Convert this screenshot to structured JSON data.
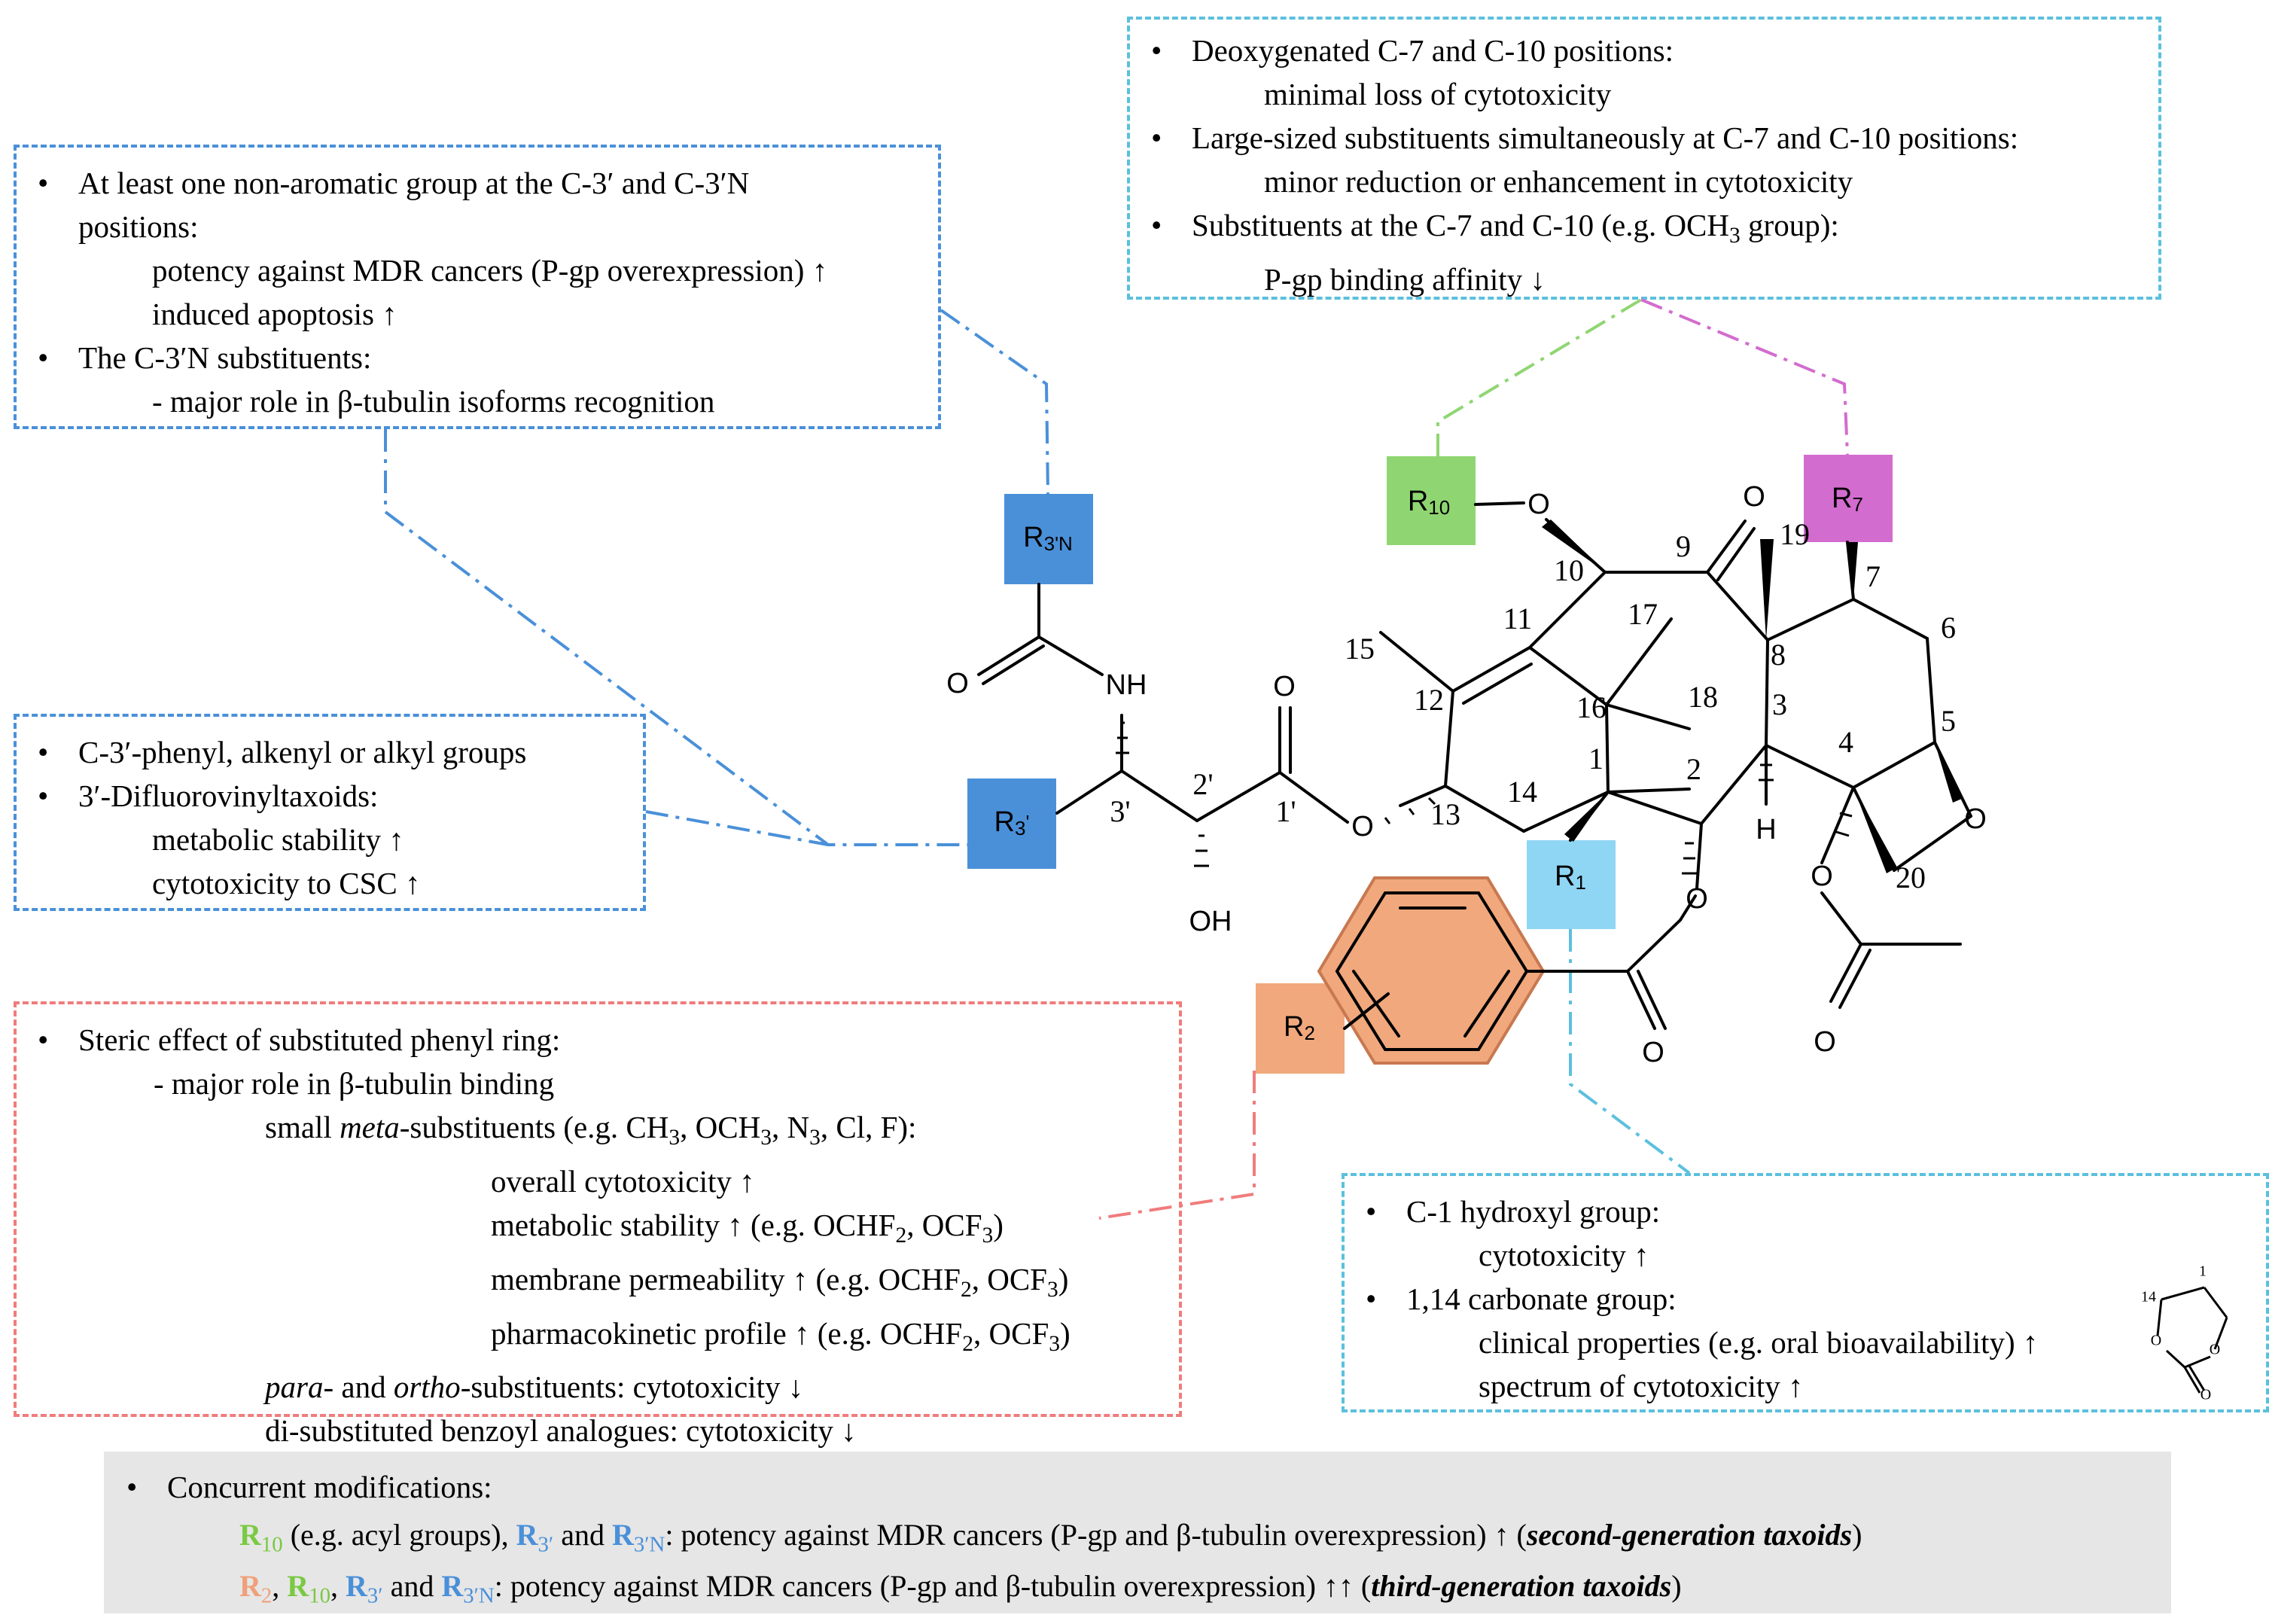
{
  "box_top_left": {
    "color": "#4a90d9",
    "lines": [
      {
        "b": true,
        "text": "At least one non-aromatic group at the C-3′ and C-3′N"
      },
      {
        "b": false,
        "text": "positions:",
        "indent": "in0"
      },
      {
        "b": false,
        "text": "potency against MDR cancers (P-gp overexpression) ↑",
        "indent": "in1"
      },
      {
        "b": false,
        "text": "induced apoptosis ↑",
        "indent": "in1"
      },
      {
        "b": true,
        "text": "The C-3′N substituents:"
      },
      {
        "b": false,
        "text": "- major role in β-tubulin isoforms recognition",
        "indent": "in1"
      }
    ]
  },
  "box_mid_left": {
    "color": "#4a90d9",
    "lines": [
      {
        "b": true,
        "text": "C-3′-phenyl, alkenyl or alkyl groups"
      },
      {
        "b": true,
        "text": "3′-Difluorovinyltaxoids:"
      },
      {
        "b": false,
        "text": "metabolic stability ↑",
        "indent": "in1"
      },
      {
        "b": false,
        "text": "cytotoxicity to CSC ↑",
        "indent": "in1"
      }
    ]
  },
  "box_top_right": {
    "color": "#5bc0de",
    "l1": "Deoxygenated C-7 and C-10 positions:",
    "l2": "minimal loss of cytotoxicity",
    "l3": "Large-sized substituents simultaneously at C-7 and C-10 positions:",
    "l4": "minor reduction or enhancement in cytotoxicity",
    "l5a": "Substituents at the C-7 and C-10 (e.g. OCH",
    "l5sub": "3",
    "l5b": " group):",
    "l6": "P-gp binding affinity ↓"
  },
  "box_bottom_left": {
    "color": "#f07c7c",
    "l1": "Steric effect of substituted phenyl ring:",
    "l2": "- major role in β-tubulin binding",
    "l3a": "small ",
    "l3i": "meta",
    "l3b": "-substituents (e.g. CH",
    "l3s1": "3",
    "l3c": ", OCH",
    "l3s2": "3",
    "l3d": ", N",
    "l3s3": "3",
    "l3e": ", Cl, F):",
    "l4": "overall cytotoxicity ↑",
    "l5a": "metabolic stability ↑ (e.g. OCHF",
    "l5b": ", OCF",
    "l5c": ")",
    "l6a": "membrane permeability ↑ (e.g. OCHF",
    "l7a": "pharmacokinetic profile ↑ (e.g. OCHF",
    "sub2": "2",
    "sub3": "3",
    "l8i1": "para",
    "l8a": "- and ",
    "l8i2": "ortho",
    "l8b": "-substituents: cytotoxicity ↓",
    "l9": "di-substituted benzoyl analogues: cytotoxicity ↓"
  },
  "box_bottom_right": {
    "color": "#5bc0de",
    "l1": "C-1 hydroxyl group:",
    "l2": "cytotoxicity ↑",
    "l3": "1,14 carbonate group:",
    "l4": "clinical properties (e.g. oral bioavailability) ↑",
    "l5": "spectrum of cytotoxicity ↑",
    "mini_14": "14",
    "mini_1": "1"
  },
  "bottom": {
    "title": "Concurrent modifications:",
    "r10": "R",
    "r10s": "10",
    "r3": "R",
    "r3s": "3′",
    "r3n": "R",
    "r3ns": "3′N",
    "r2": "R",
    "r2s": "2",
    "line1a": " (e.g. acyl groups), ",
    "and": " and ",
    "comma": ", ",
    "line1b": ": potency against MDR cancers (P-gp and β-tubulin overexpression) ↑ (",
    "line1c": "second-generation taxoids",
    "line2b": ": potency against MDR cancers (P-gp and β-tubulin overexpression) ↑↑ (",
    "line2c": "third-generation taxoids",
    "close": ")"
  },
  "molecule": {
    "labels": {
      "R10": "R",
      "R10s": "10",
      "R7": "R",
      "R7s": "7",
      "R3N": "R",
      "R3Ns": "3",
      "R3Nn": "'N",
      "R3": "R",
      "R3s": "3",
      "R3p": "'",
      "R1": "R",
      "R1s": "1",
      "R2": "R",
      "R2s": "2",
      "O": "O",
      "NH": "NH",
      "OH": "OH",
      "H": "H"
    },
    "numbers": [
      "10",
      "9",
      "19",
      "7",
      "6",
      "11",
      "17",
      "8",
      "15",
      "12",
      "16",
      "18",
      "3",
      "5",
      "1",
      "2",
      "14",
      "13",
      "4",
      "20",
      "3'",
      "2'",
      "1'"
    ],
    "colors": {
      "green": "#8fd672",
      "magenta": "#d36ccf",
      "blue": "#4a90d9",
      "lightblue": "#8fd6f4",
      "orange": "#f0a87c"
    }
  }
}
